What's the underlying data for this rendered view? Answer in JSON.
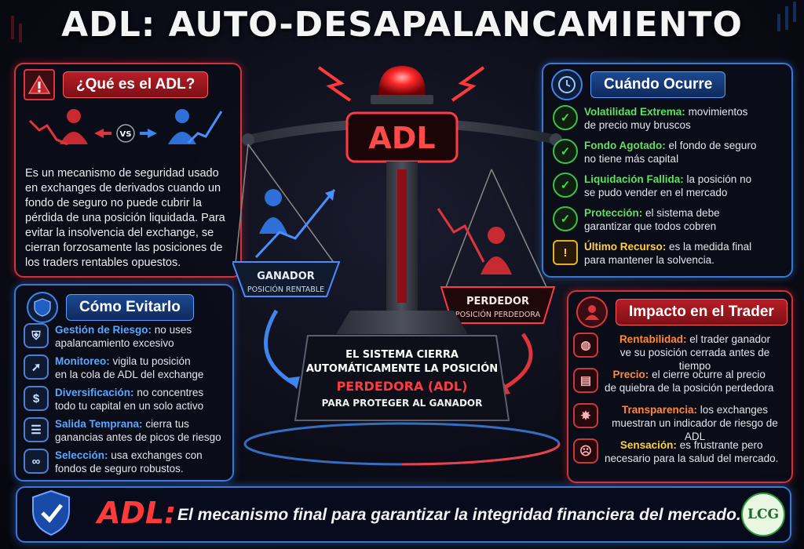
{
  "title": "ADL: AUTO-DESAPALANCAMIENTO",
  "what_is": {
    "heading": "¿Qué es el ADL?",
    "vs": "VS",
    "description": "Es un mecanismo de seguridad usado en exchanges de derivados cuando un fondo de seguro no puede cubrir la pérdida de una posición liquidada. Para evitar la insolvencia del exchange, se cierran forzosamente las posiciones de los traders rentables opuestos."
  },
  "when": {
    "heading": "Cuándo Ocurre",
    "items": [
      {
        "icon": "check-icon",
        "key": "Volatilidad Extrema:",
        "text": "movimientos de precio muy bruscos",
        "line1": "movimientos",
        "line2": "de precio muy bruscos"
      },
      {
        "icon": "check-icon",
        "key": "Fondo Agotado:",
        "text": "el fondo de seguro no tiene más capital",
        "line1": "el fondo de seguro",
        "line2": "no tiene más capital"
      },
      {
        "icon": "check-icon",
        "key": "Liquidación Fallida:",
        "text": "la posición no se pudo vender en el mercado",
        "line1": "la posición no",
        "line2": "se pudo vender en el mercado"
      },
      {
        "icon": "check-icon",
        "key": "Protección:",
        "text": "el sistema debe garantizar que todos cobren",
        "line1": "el sistema debe",
        "line2": "garantizar que todos cobren"
      },
      {
        "icon": "warning-icon",
        "key": "Último Recurso:",
        "text": "es la medida final para mantener la solvencia.",
        "line1": "es la medida final",
        "line2": "para mantener la solvencia."
      }
    ]
  },
  "avoid": {
    "heading": "Cómo Evitarlo",
    "items": [
      {
        "key": "Gestión de Riesgo:",
        "line1": "no uses",
        "line2": "apalancamiento excesivo"
      },
      {
        "key": "Monitoreo:",
        "line1": "vigila tu posición",
        "line2": "en la cola de ADL del exchange"
      },
      {
        "key": "Diversificación:",
        "line1": "no concentres",
        "line2": "todo tu capital en un solo activo"
      },
      {
        "key": "Salida Temprana:",
        "line1": "cierra tus",
        "line2": "ganancias antes de picos de riesgo"
      },
      {
        "key": "Selección:",
        "line1": "usa exchanges con",
        "line2": "fondos de seguro robustos."
      }
    ]
  },
  "impact": {
    "heading": "Impacto en el Trader",
    "items": [
      {
        "key": "Rentabilidad:",
        "line1": "el trader ganador",
        "line2": "ve su posición cerrada antes de tiempo"
      },
      {
        "key": "Precio:",
        "line1": "el cierre ocurre al precio",
        "line2": "de quiebra de la posición perdedora"
      },
      {
        "key": "Transparencia:",
        "line1": "los exchanges",
        "line2": "muestran un indicador de riesgo de ADL"
      },
      {
        "key": "Sensación:",
        "line1": "es frustrante pero",
        "line2": "necesario para la salud del mercado."
      }
    ]
  },
  "scale": {
    "badge": "ADL",
    "winner_title": "GANADOR",
    "winner_sub": "POSICIÓN RENTABLE",
    "loser_title": "PERDEDOR",
    "loser_sub": "POSICIÓN PERDEDORA",
    "base_line1": "EL SISTEMA CIERRA",
    "base_line2": "AUTOMÁTICAMENTE LA POSICIÓN",
    "base_line3": "PERDEDORA (ADL)",
    "base_line4": "PARA PROTEGER AL GANADOR"
  },
  "footer": {
    "label": "ADL:",
    "text": "El mecanismo final para garantizar la integridad financiera del mercado.",
    "logo": "LCG"
  },
  "colors": {
    "red": "#d2323a",
    "blue": "#3a78d8",
    "green": "#4fd45a",
    "yellow": "#ffd040"
  }
}
